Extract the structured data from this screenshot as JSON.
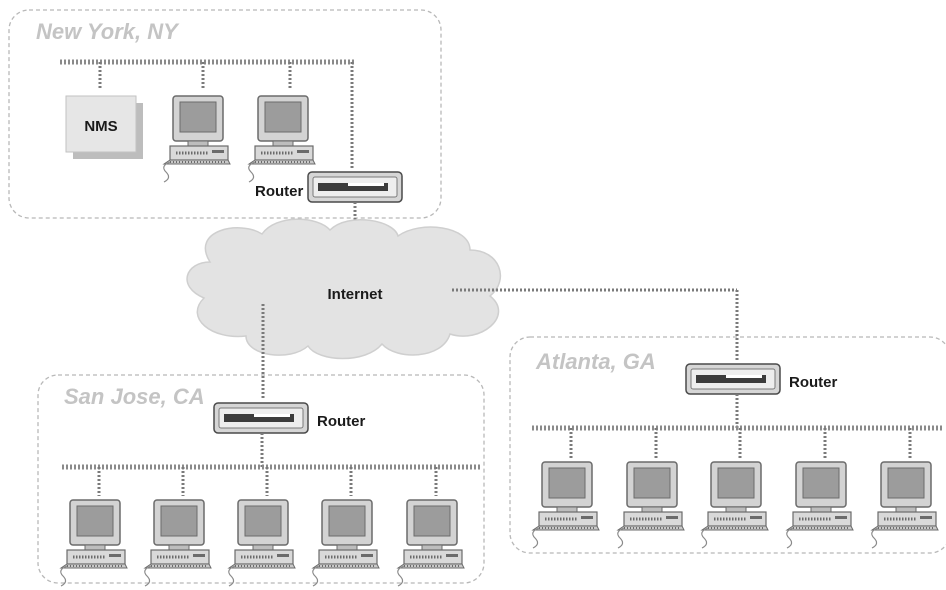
{
  "sites": {
    "new_york": {
      "name": "New York, NY"
    },
    "san_jose": {
      "name": "San Jose, CA"
    },
    "atlanta": {
      "name": "Atlanta, GA"
    }
  },
  "labels": {
    "nms": "NMS",
    "internet": "Internet",
    "router_ny": "Router",
    "router_sj": "Router",
    "router_atl": "Router"
  },
  "counts": {
    "new_york_workstations": 2,
    "san_jose_workstations": 5,
    "atlanta_workstations": 5
  },
  "colors": {
    "region_border": "#b8b8b8",
    "cloud_fill": "#e3e3e3",
    "router_fill": "#d6d6d6",
    "monitor_screen": "#9c9c9c"
  }
}
